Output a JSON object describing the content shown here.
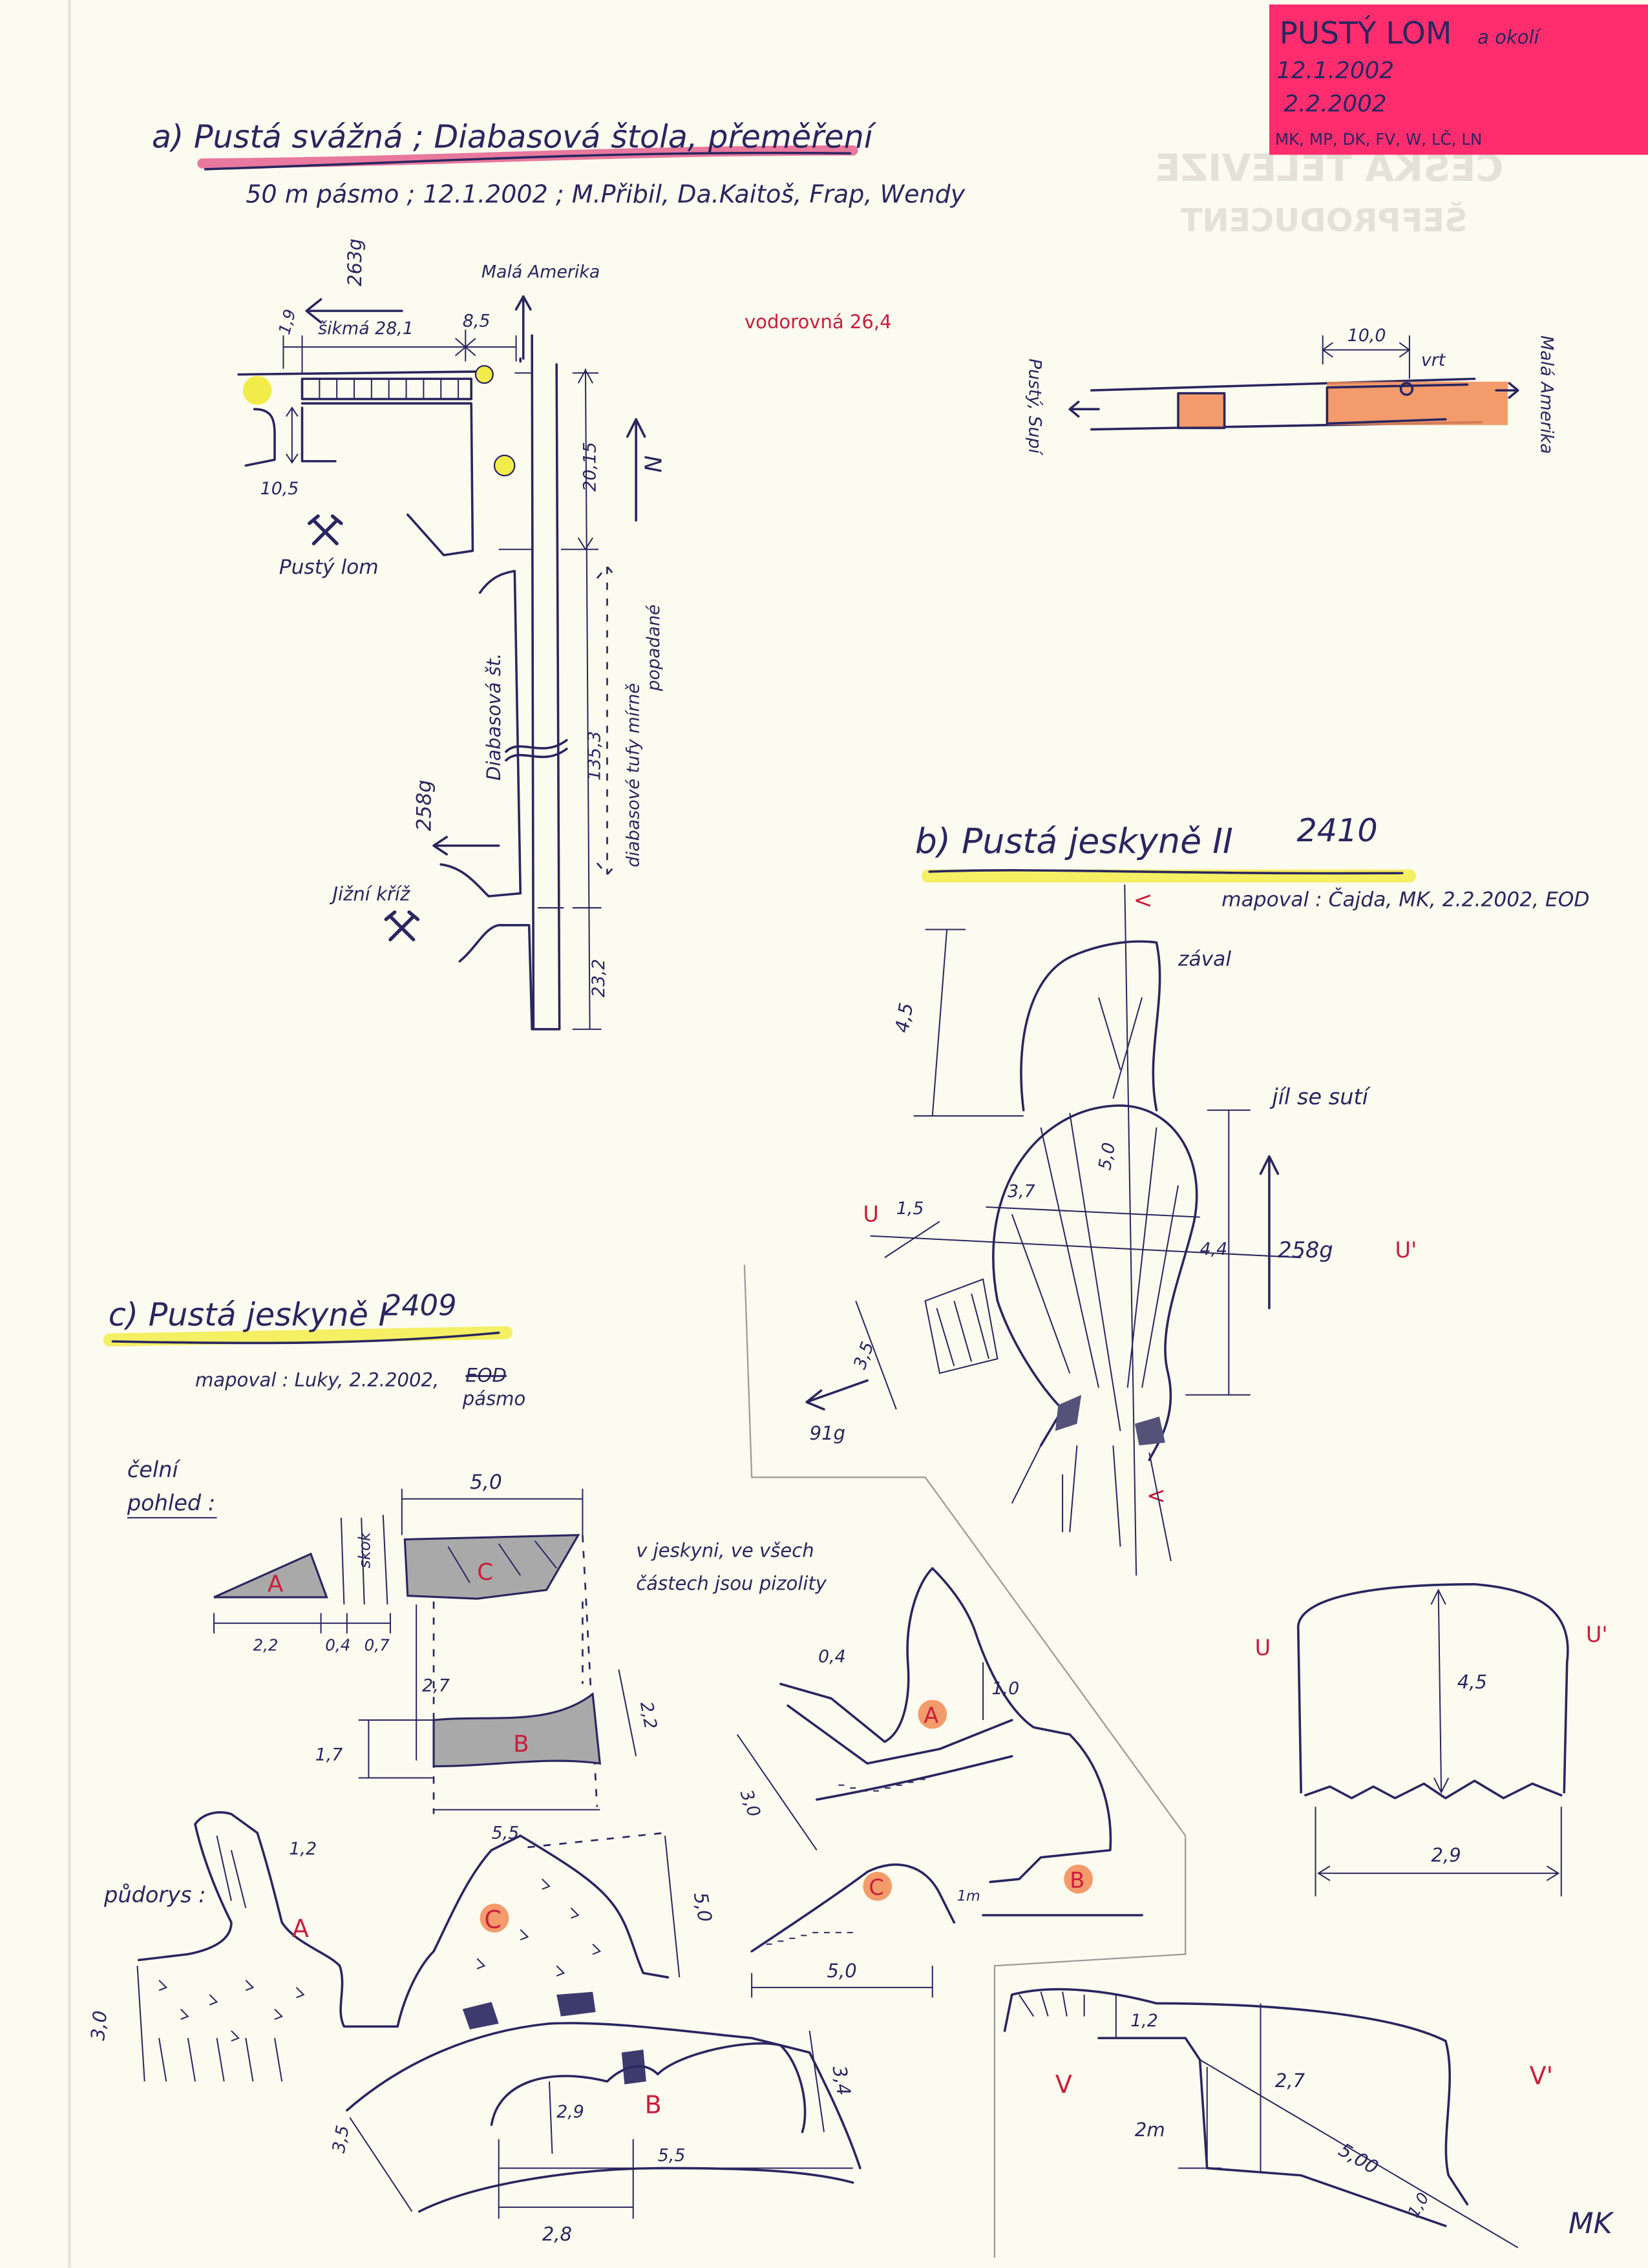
{
  "sticky_note": {
    "title": "PUSTÝ LOM",
    "subtitle": "a okolí",
    "date1": "12.1.2002",
    "date2": "2.2.2002",
    "team": "MK, MP, DK, FV, W, LČ, LN",
    "color": "#ff2d6e"
  },
  "watermark": {
    "line1": "ČESKÁ TELEVIZE",
    "line2": "ŠEFPRODUCENT"
  },
  "section_a": {
    "title": "a) Pustá svážná ; Diabasová štola, přeměření",
    "subtitle": "50 m pásmo ; 12.1.2002 ; M.Přibil, Da.Kaitoš, Frap, Wendy",
    "bearing_top": "263g",
    "mala_amerika": "Malá Amerika",
    "dim_1_9": "1,9",
    "dim_sikma": "šikmá 28,1",
    "dim_8_5": "8,5",
    "dim_10_5": "10,5",
    "dim_20_15": "20,15",
    "pusty_lom": "Pustý lom",
    "vodorovna": "vodorovná 26,4",
    "north": "N",
    "diabasova_st": "Diabasová št.",
    "dim_135_3": "135,3",
    "tufy_line1": "diabasové tufy mírně",
    "tufy_line2": "popadané",
    "bearing_bottom": "258g",
    "jizni_kriz": "Jižní kříž",
    "dim_23_2": "23,2",
    "side_dim_10": "10,0",
    "side_vrt": "vrt",
    "side_left": "Pustý, Supí",
    "side_right": "Malá Amerika"
  },
  "section_b": {
    "title": "b) Pustá jeskyně II",
    "number": "2410",
    "mapoval": "mapoval : Čajda, MK, 2.2.2002, EOD",
    "zaval": "zával",
    "jil": "jíl se sutí",
    "dim_4_5": "4,5",
    "dim_5_0": "5,0",
    "dim_3_7": "3,7",
    "dim_1_5": "1,5",
    "dim_4_4": "4,4",
    "bearing": "258g",
    "dim_3_5": "3,5",
    "bearing_91": "91g",
    "marker": "<",
    "u": "U",
    "u_prime": "U'",
    "uu_height": "4,5",
    "uu_width": "2,9",
    "v": "V",
    "v_prime": "V'",
    "vv_1_2": "1,2",
    "vv_2_7": "2,7",
    "vv_2m": "2m",
    "vv_slope": "5,00",
    "vv_1_0": "1,0",
    "signature": "MK"
  },
  "section_c": {
    "title": "c) Pustá jeskyně I",
    "number": "2409",
    "mapoval": "mapoval : Luky, 2.2.2002,",
    "struck": "EOD",
    "pasmo": "pásmo",
    "celni": "čelní",
    "pohled": "pohled :",
    "pudorys": "půdorys :",
    "note_line1": "v jeskyni, ve všech",
    "note_line2": "částech jsou pizolity",
    "label_a": "A",
    "label_b": "B",
    "label_c": "C",
    "skok": "skok",
    "front_dims": [
      "5,0",
      "2,2",
      "0,4",
      "0,7",
      "2,7",
      "1,7",
      "2,2"
    ],
    "side_dims": [
      "0,4",
      "1,0",
      "3,0",
      "1m",
      "5,0"
    ],
    "plan_dims": [
      "1,2",
      "5,5",
      "5,0",
      "3,0",
      "2,9",
      "3,4",
      "3,5",
      "5,5",
      "2,8"
    ]
  }
}
